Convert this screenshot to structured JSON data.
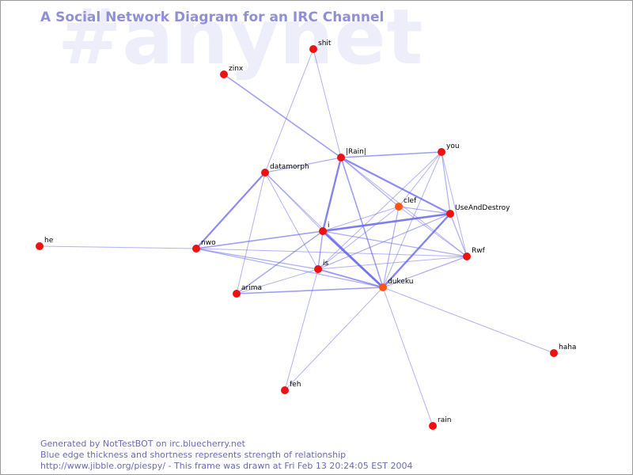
{
  "watermark": "#anynet",
  "title": "A Social Network Diagram for an IRC Channel",
  "footer": {
    "line1": "Generated by NotTestBOT on irc.bluecherry.net",
    "line2": "Blue edge thickness and shortness represents strength of relationship",
    "line3": "http://www.jibble.org/piespy/ - This frame was drawn at Fri Feb 13 20:24:05 EST 2004"
  },
  "colors": {
    "node": "#ee1111",
    "node_highlight": "#ff5511",
    "edge": "#6666ee",
    "text": "#000000",
    "title": "#8f8fd4"
  },
  "nodes": [
    {
      "id": "shit",
      "label": "shit"
    },
    {
      "id": "zinx",
      "label": "zinx"
    },
    {
      "id": "rain_bracket",
      "label": "|Rain|"
    },
    {
      "id": "you",
      "label": "you"
    },
    {
      "id": "datamorph",
      "label": "datamorph"
    },
    {
      "id": "clef",
      "label": "clef",
      "highlight": true
    },
    {
      "id": "useanddestroy",
      "label": "UseAndDestroy"
    },
    {
      "id": "i",
      "label": "i"
    },
    {
      "id": "he",
      "label": "he"
    },
    {
      "id": "nwo",
      "label": "nwo"
    },
    {
      "id": "rwf",
      "label": "Rwf"
    },
    {
      "id": "is",
      "label": "is"
    },
    {
      "id": "dukeku",
      "label": "dukeku",
      "highlight": true
    },
    {
      "id": "arima",
      "label": "arima"
    },
    {
      "id": "haha",
      "label": "haha"
    },
    {
      "id": "feh",
      "label": "feh"
    },
    {
      "id": "rain",
      "label": "rain"
    }
  ],
  "edges": [
    {
      "a": "shit",
      "b": "rain_bracket",
      "w": 1
    },
    {
      "a": "shit",
      "b": "datamorph",
      "w": 1
    },
    {
      "a": "zinx",
      "b": "rain_bracket",
      "w": 1.6
    },
    {
      "a": "rain_bracket",
      "b": "you",
      "w": 1.6
    },
    {
      "a": "rain_bracket",
      "b": "datamorph",
      "w": 1.2
    },
    {
      "a": "rain_bracket",
      "b": "useanddestroy",
      "w": 2.2
    },
    {
      "a": "rain_bracket",
      "b": "i",
      "w": 2.4
    },
    {
      "a": "rain_bracket",
      "b": "dukeku",
      "w": 1.6
    },
    {
      "a": "rain_bracket",
      "b": "clef",
      "w": 1.2
    },
    {
      "a": "rain_bracket",
      "b": "rwf",
      "w": 1
    },
    {
      "a": "you",
      "b": "useanddestroy",
      "w": 1.2
    },
    {
      "a": "you",
      "b": "clef",
      "w": 1
    },
    {
      "a": "you",
      "b": "rwf",
      "w": 1
    },
    {
      "a": "you",
      "b": "dukeku",
      "w": 1
    },
    {
      "a": "you",
      "b": "is",
      "w": 1
    },
    {
      "a": "datamorph",
      "b": "nwo",
      "w": 2.2
    },
    {
      "a": "datamorph",
      "b": "i",
      "w": 1
    },
    {
      "a": "datamorph",
      "b": "is",
      "w": 1
    },
    {
      "a": "datamorph",
      "b": "arima",
      "w": 1
    },
    {
      "a": "datamorph",
      "b": "dukeku",
      "w": 1
    },
    {
      "a": "clef",
      "b": "useanddestroy",
      "w": 1.2
    },
    {
      "a": "clef",
      "b": "i",
      "w": 1
    },
    {
      "a": "clef",
      "b": "dukeku",
      "w": 1.2
    },
    {
      "a": "clef",
      "b": "is",
      "w": 1
    },
    {
      "a": "clef",
      "b": "rwf",
      "w": 1
    },
    {
      "a": "useanddestroy",
      "b": "i",
      "w": 2.6
    },
    {
      "a": "useanddestroy",
      "b": "dukeku",
      "w": 2.4
    },
    {
      "a": "useanddestroy",
      "b": "rwf",
      "w": 1.2
    },
    {
      "a": "useanddestroy",
      "b": "is",
      "w": 1.2
    },
    {
      "a": "i",
      "b": "dukeku",
      "w": 2.8
    },
    {
      "a": "i",
      "b": "nwo",
      "w": 1.6
    },
    {
      "a": "i",
      "b": "is",
      "w": 1.4
    },
    {
      "a": "i",
      "b": "arima",
      "w": 1.4
    },
    {
      "a": "i",
      "b": "rwf",
      "w": 1.2
    },
    {
      "a": "he",
      "b": "nwo",
      "w": 1
    },
    {
      "a": "nwo",
      "b": "is",
      "w": 1.2
    },
    {
      "a": "nwo",
      "b": "dukeku",
      "w": 1.2
    },
    {
      "a": "nwo",
      "b": "rwf",
      "w": 1
    },
    {
      "a": "is",
      "b": "dukeku",
      "w": 1.8
    },
    {
      "a": "is",
      "b": "arima",
      "w": 1
    },
    {
      "a": "is",
      "b": "feh",
      "w": 1
    },
    {
      "a": "is",
      "b": "rwf",
      "w": 1
    },
    {
      "a": "dukeku",
      "b": "arima",
      "w": 1.6
    },
    {
      "a": "dukeku",
      "b": "haha",
      "w": 1
    },
    {
      "a": "dukeku",
      "b": "rain",
      "w": 1
    },
    {
      "a": "dukeku",
      "b": "feh",
      "w": 1
    },
    {
      "a": "dukeku",
      "b": "rwf",
      "w": 1.2
    }
  ]
}
